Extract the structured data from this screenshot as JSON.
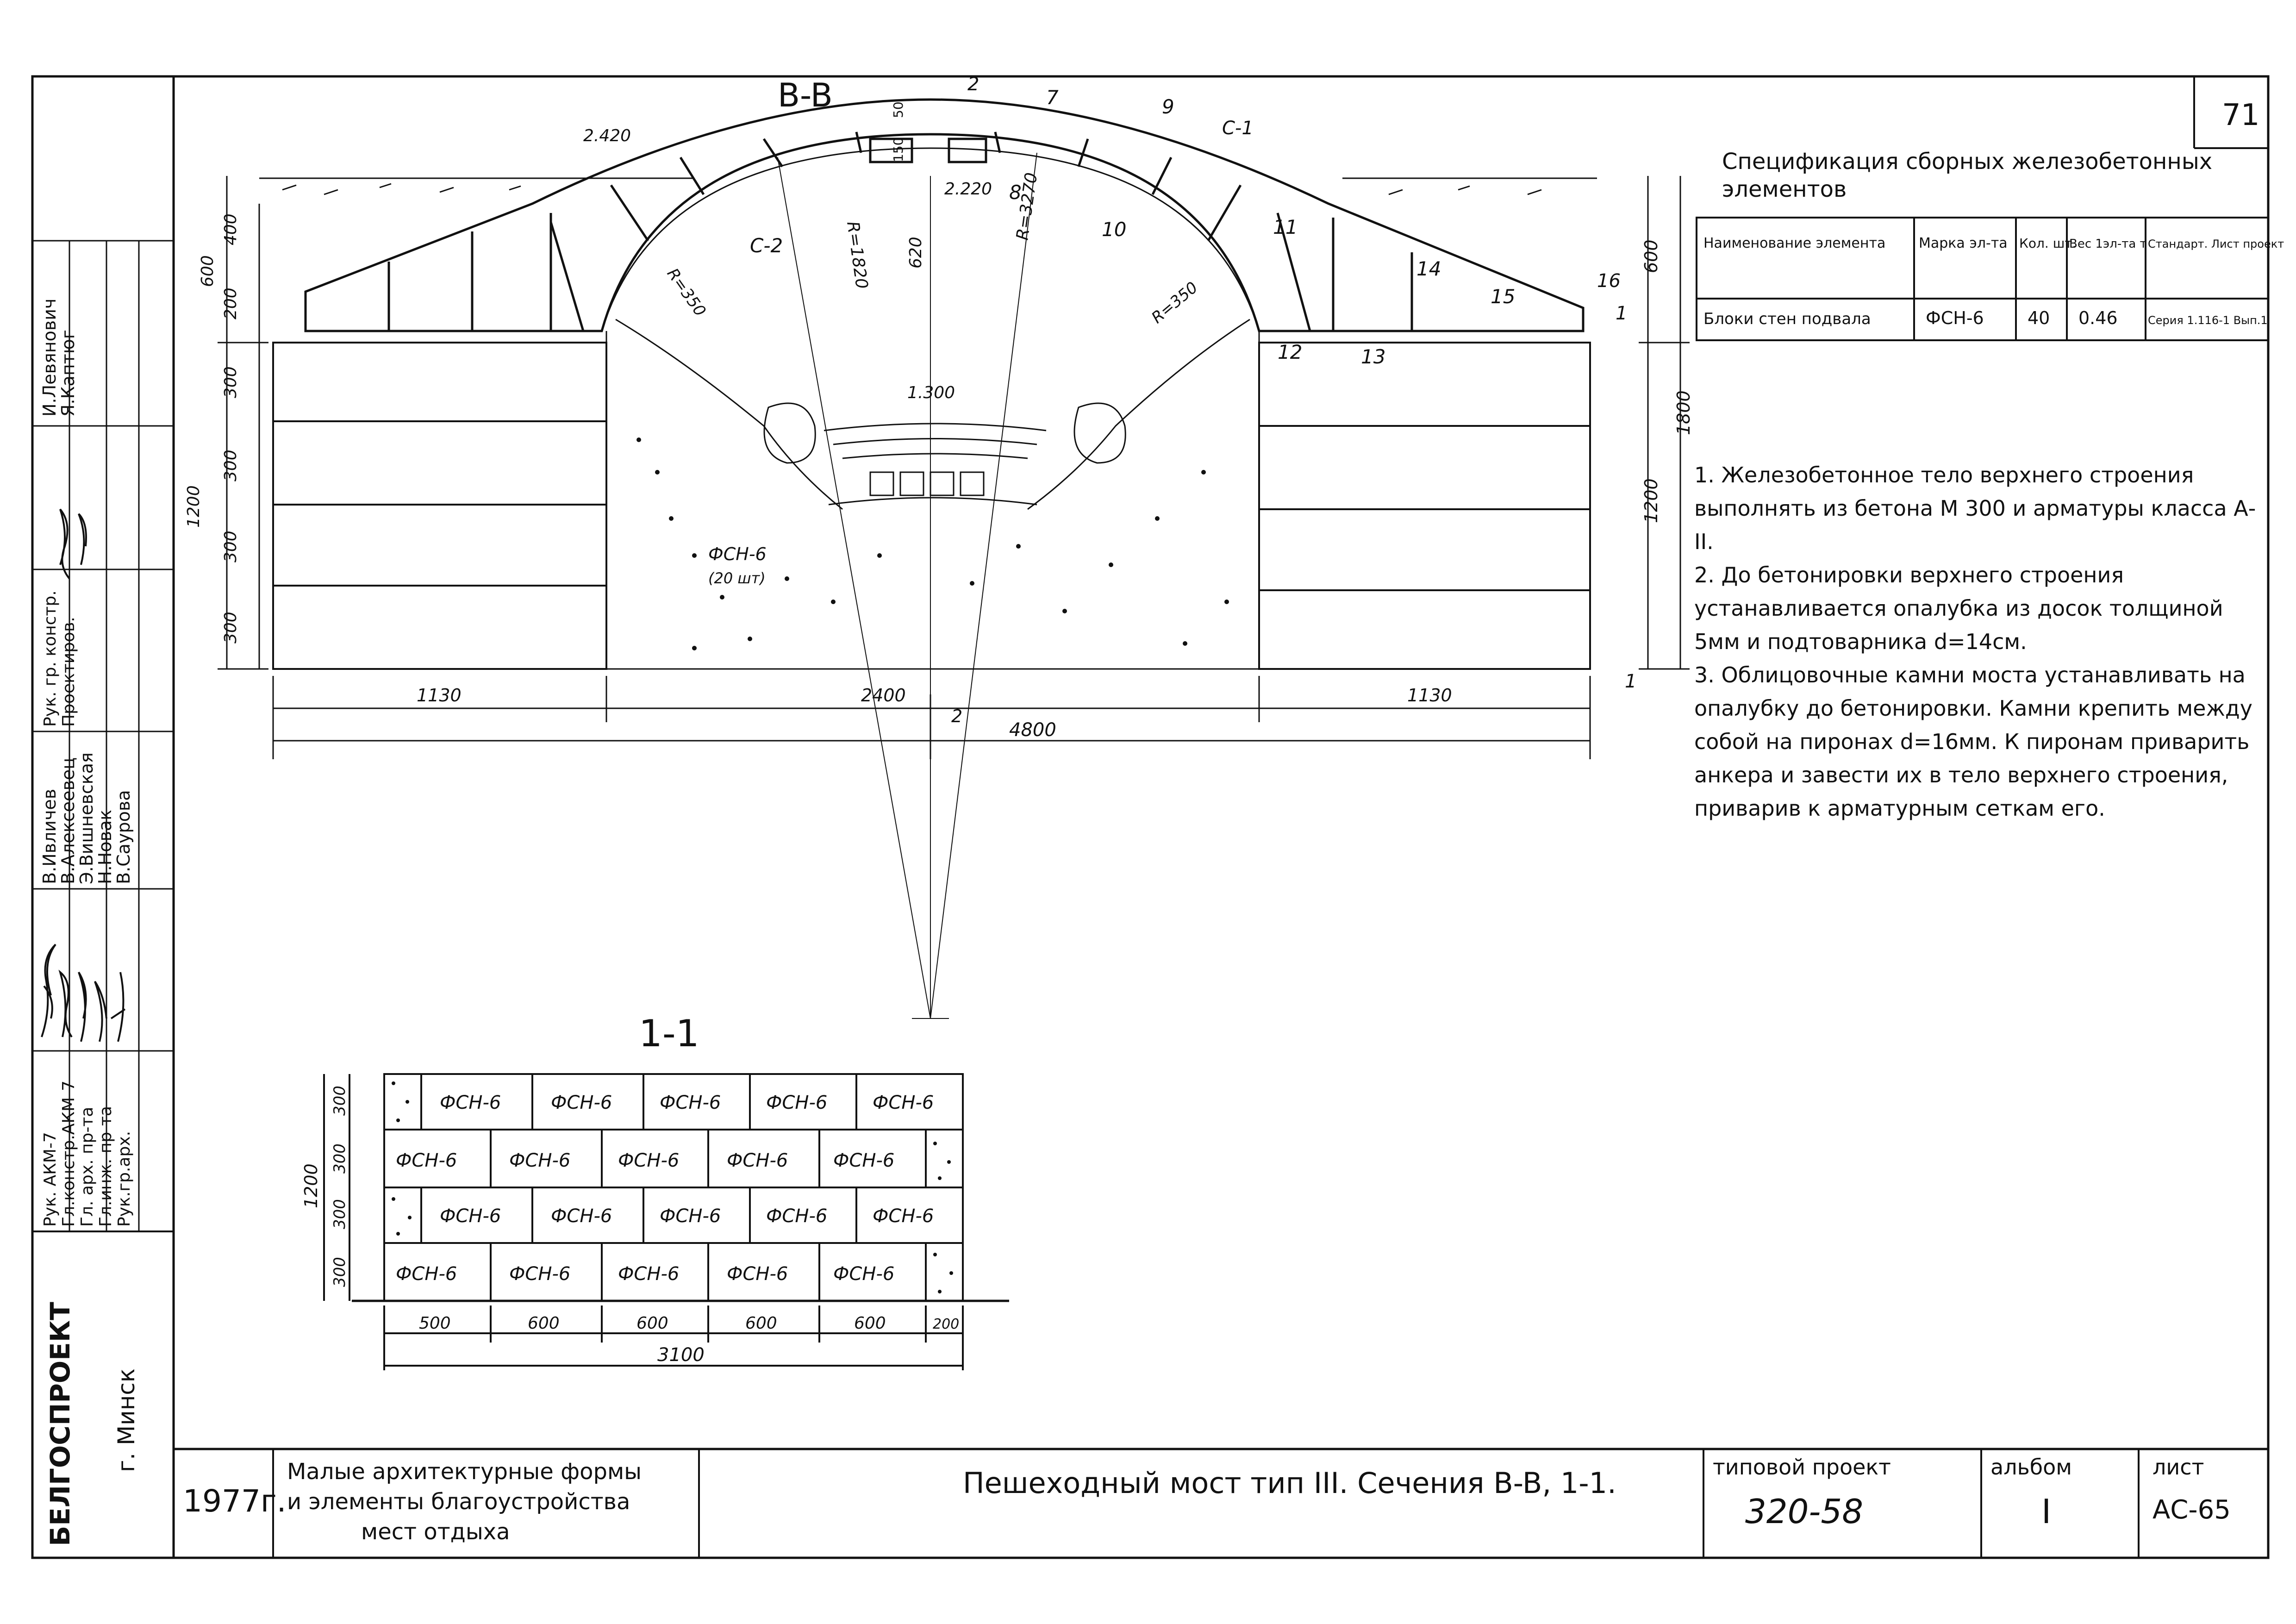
{
  "sheet": {
    "number": "71",
    "section_bb": "B-B",
    "section_11": "1-1"
  },
  "title_block": {
    "year": "1977г.",
    "theme_line1": "Малые архитектурные формы",
    "theme_line2": "и элементы благоустройства",
    "theme_line3": "мест отдыха",
    "drawing_title": "Пешеходный мост тип III. Сечения B-B, 1-1.",
    "project_label": "типовой проект",
    "project_value": "320-58",
    "album_label": "альбом",
    "album_value": "I",
    "sheet_label": "лист",
    "sheet_value": "АС-65",
    "org": "БЕЛГОСПРОЕКТ",
    "city": "г. Минск"
  },
  "staff": {
    "roles": [
      "Рук. АКМ-7",
      "Гл.констр.АКМ-7",
      "Гл. арх. пр-та",
      "Гл.инж. пр-та",
      "Рук.гр.арх.",
      "Рук. гр. констр.",
      "Проектиров."
    ],
    "names": [
      "В.Ивличев",
      "В.Алексеевец",
      "Э.Вишневская",
      "Н.Новак",
      "В.Саурова",
      "И.Левянович",
      "Я.Каптюг"
    ]
  },
  "spec": {
    "title_line1": "Спецификация сборных железобетонных",
    "title_line2": "элементов",
    "headers": [
      "Наименование элемента",
      "Марка эл-та",
      "Кол. шт.",
      "Вес 1эл-та т",
      "Стандарт. Лист проект"
    ],
    "row": [
      "Блоки стен подвала",
      "ФСН-6",
      "40",
      "0.46",
      "Серия 1.116-1 Вып.1"
    ]
  },
  "notes": [
    "1. Железобетонное тело верхнего строения выполнять из бетона М 300 и арматуры класса А-II.",
    "2. До бетонировки верхнего строения устанавливается опалубка из досок толщиной 5мм и подтоварника d=14см.",
    "3. Облицовочные камни моста устанавливать на опалубку до бетонировки. Камни крепить между собой на пиронах d=16мм. К пиронам приварить анкера и завести их в тело верхнего строения, приварив к арматурным сеткам его."
  ],
  "section_bb": {
    "elevations": [
      "2.420",
      "2.220",
      "1.300"
    ],
    "radii": [
      "R=1820",
      "R=3270",
      "R=350",
      "R=350"
    ],
    "callouts": [
      "2",
      "7",
      "9",
      "С-1",
      "8",
      "10",
      "11",
      "С-2",
      "14",
      "15",
      "16",
      "12",
      "13",
      "1",
      "2",
      "1"
    ],
    "dims_top": [
      "50",
      "150",
      "620",
      "600",
      "400",
      "200"
    ],
    "dims_left": [
      "300",
      "300",
      "300",
      "300",
      "1200"
    ],
    "dims_right": [
      "600",
      "1200",
      "1800"
    ],
    "dims_bottom": [
      "1130",
      "2400",
      "1130",
      "4800"
    ],
    "fill_label": "ФСН-6",
    "fill_count": "(20 шт)"
  },
  "section_11": {
    "block": "ФСН-6",
    "rows_count": [
      5,
      5,
      5,
      5
    ],
    "dims_bottom": [
      "500",
      "600",
      "600",
      "600",
      "600",
      "200"
    ],
    "total_width": "3100",
    "height_total": "1200",
    "row_heights": [
      "300",
      "300",
      "300",
      "300"
    ]
  }
}
